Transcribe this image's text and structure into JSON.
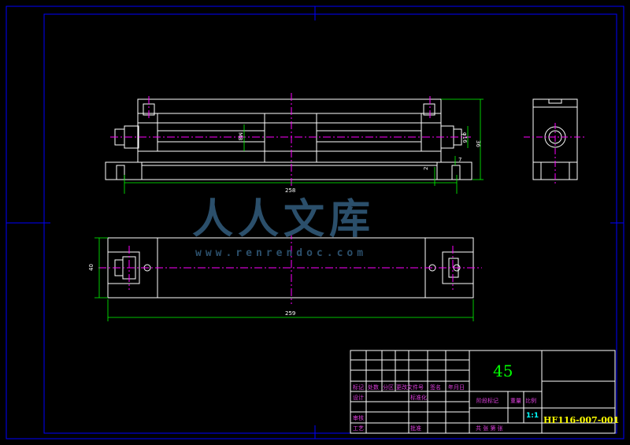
{
  "watermark": {
    "text": "人人文库",
    "url": "www.renrendoc.com"
  },
  "dimensions": {
    "front_overall_length": "258",
    "front_height": "36",
    "front_m_thread": "M8",
    "front_bore": "φ16",
    "front_small_a": "2",
    "front_small_b": "7",
    "top_overall_length": "259",
    "top_width": "40"
  },
  "title_block": {
    "material": "45",
    "drawing_number": "HF116-007-001",
    "scale": "1:1",
    "headers": [
      "标记",
      "处数",
      "分区",
      "更改文件号",
      "签名",
      "年月日"
    ],
    "row_design": "设计",
    "row_standard": "标准化",
    "row_review": "审核",
    "row_process": "工艺",
    "row_approve": "批准",
    "stage_label": "阶段标记",
    "weight_label": "重量",
    "scale_label": "比例",
    "sheet_label": "共  张 第  张"
  },
  "colors": {
    "border": "#0000ff",
    "outline": "#ffffff",
    "centerline": "#ff00ff",
    "dimension": "#00ff00",
    "material_text": "#00ff00",
    "drawing_number": "#ffff00"
  }
}
